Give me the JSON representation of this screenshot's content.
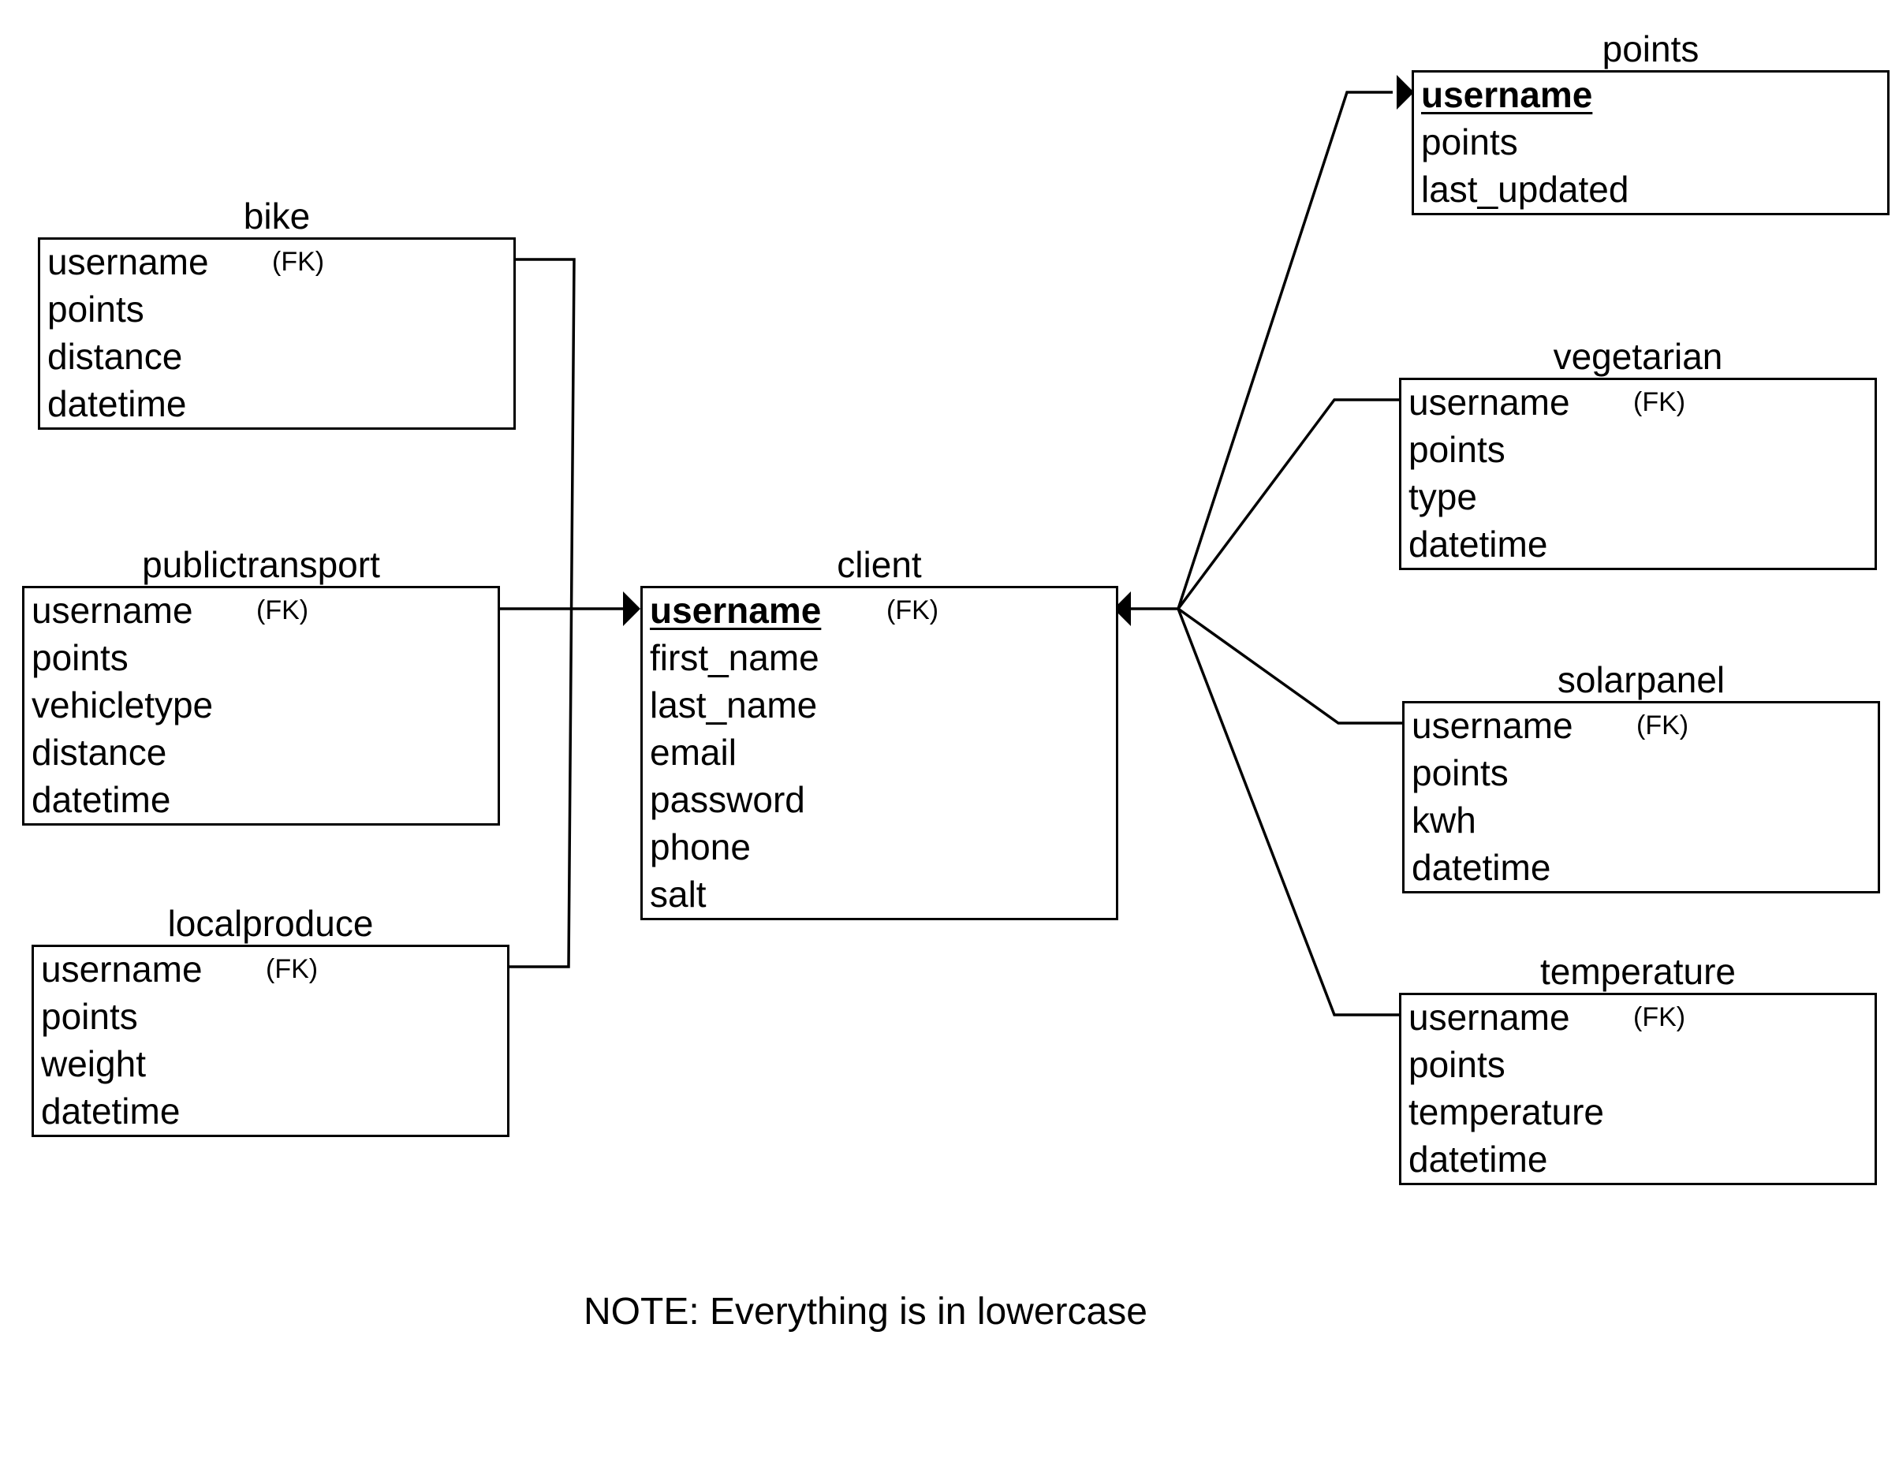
{
  "note": "NOTE: Everything is in lowercase",
  "entities": {
    "bike": {
      "name": "bike",
      "fk_label": "(FK)",
      "attributes": [
        "username",
        "points",
        "distance",
        "datetime"
      ]
    },
    "publictransport": {
      "name": "publictransport",
      "fk_label": "(FK)",
      "attributes": [
        "username",
        "points",
        "vehicletype",
        "distance",
        "datetime"
      ]
    },
    "localproduce": {
      "name": "localproduce",
      "fk_label": "(FK)",
      "attributes": [
        "username",
        "points",
        "weight",
        "datetime"
      ]
    },
    "client": {
      "name": "client",
      "fk_label": "(FK)",
      "attributes": [
        "username",
        "first_name",
        "last_name",
        "email",
        "password",
        "phone",
        "salt"
      ]
    },
    "points": {
      "name": "points",
      "attributes": [
        "username",
        "points",
        "last_updated"
      ]
    },
    "vegetarian": {
      "name": "vegetarian",
      "fk_label": "(FK)",
      "attributes": [
        "username",
        "points",
        "type",
        "datetime"
      ]
    },
    "solarpanel": {
      "name": "solarpanel",
      "fk_label": "(FK)",
      "attributes": [
        "username",
        "points",
        "kwh",
        "datetime"
      ]
    },
    "temperature": {
      "name": "temperature",
      "fk_label": "(FK)",
      "attributes": [
        "username",
        "points",
        "temperature",
        "datetime"
      ]
    }
  },
  "relationships": [
    {
      "from": "bike",
      "to": "client"
    },
    {
      "from": "publictransport",
      "to": "client"
    },
    {
      "from": "localproduce",
      "to": "client"
    },
    {
      "from": "vegetarian",
      "to": "client"
    },
    {
      "from": "solarpanel",
      "to": "client"
    },
    {
      "from": "temperature",
      "to": "client"
    },
    {
      "from": "client",
      "to": "points"
    }
  ]
}
